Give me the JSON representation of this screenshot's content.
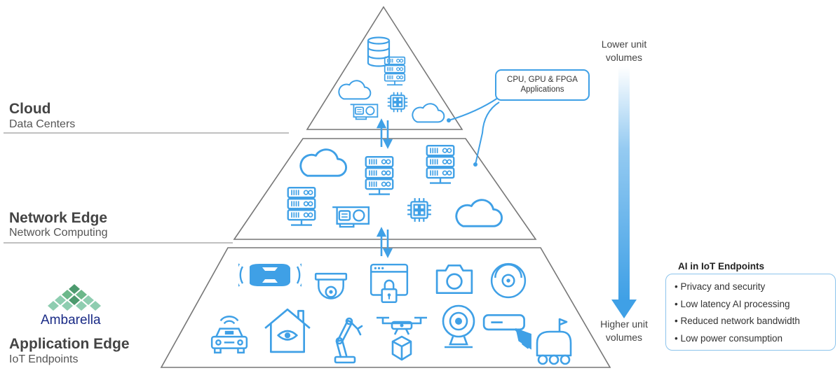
{
  "tiers": {
    "cloud": {
      "title": "Cloud",
      "subtitle": "Data Centers"
    },
    "network": {
      "title": "Network Edge",
      "subtitle": "Network Computing"
    },
    "application": {
      "title": "Application Edge",
      "subtitle": "IoT Endpoints"
    }
  },
  "brand": {
    "name": "Ambarella"
  },
  "callout": {
    "text_line1": "CPU, GPU & FPGA",
    "text_line2": "Applications"
  },
  "volumes": {
    "top_line1": "Lower unit",
    "top_line2": "volumes",
    "bottom_line1": "Higher unit",
    "bottom_line2": "volumes"
  },
  "ai_panel": {
    "title": "AI in IoT Endpoints",
    "items": [
      "• Privacy and security",
      "• Low latency AI processing",
      "• Reduced network bandwidth",
      "• Low power consumption"
    ]
  },
  "colors": {
    "accent": "#3fa0e6",
    "outline": "#777777",
    "logo_green": "#6cb88a",
    "logo_text": "#1a2b86"
  },
  "icons": {
    "cloud": [
      "database-icon",
      "server-rack-icon",
      "cloud-icon",
      "gpu-card-icon",
      "chip-icon",
      "cloud-icon"
    ],
    "network": [
      "cloud-icon",
      "server-rack-icon",
      "server-rack-icon",
      "server-rack-icon",
      "gpu-card-icon",
      "chip-icon",
      "cloud-icon"
    ],
    "application": [
      "autonomous-car-icon",
      "dome-camera-icon",
      "secure-browser-icon",
      "camera-icon",
      "robot-vacuum-icon",
      "connected-car-icon",
      "smart-home-icon",
      "robot-arm-icon",
      "delivery-drone-icon",
      "webcam-icon",
      "security-camera-icon",
      "delivery-robot-icon"
    ]
  }
}
